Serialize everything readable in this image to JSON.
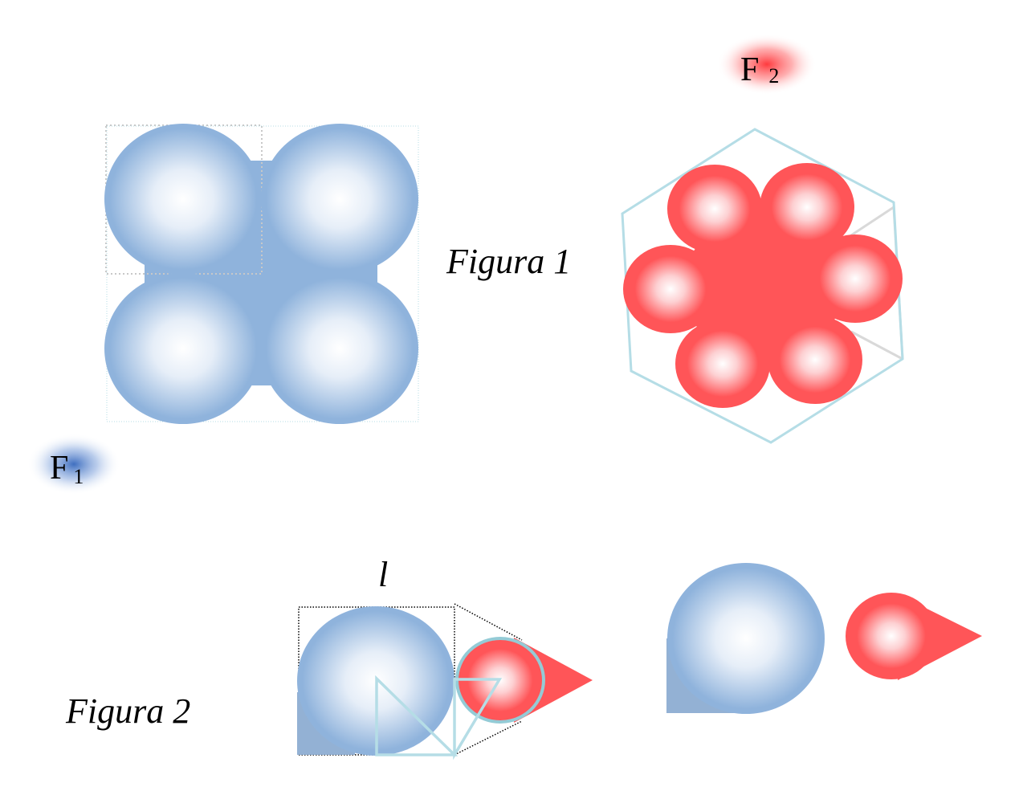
{
  "labels": {
    "figure1": "Figura 1",
    "figure2": "Figura 2",
    "length": "l",
    "f1_main": "F",
    "f1_sub": "1",
    "f2_main": "F",
    "f2_sub": "2"
  },
  "colors": {
    "blue_sphere": "#8fb3dc",
    "red_sphere": "#ff5558",
    "hexagon": "#b5dde6",
    "guide_gray": "#d9d9d9"
  }
}
